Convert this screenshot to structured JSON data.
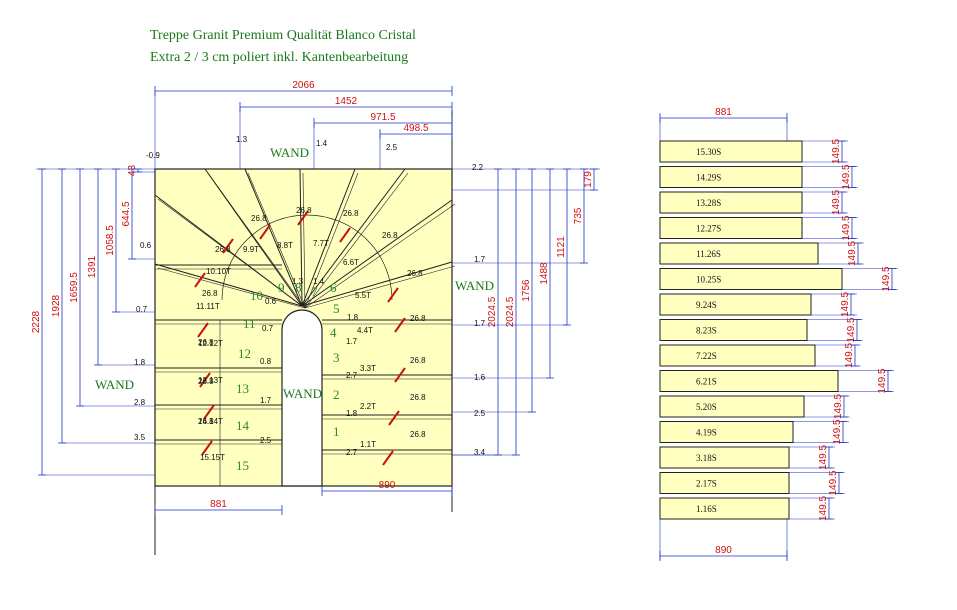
{
  "title": {
    "line1": "Treppe Granit Premium Qualität Blanco Cristal",
    "line2": "Extra 2 / 3 cm poliert inkl. Kantenbearbeitung"
  },
  "colors": {
    "stone": "#ffffc0",
    "dimension": "#d01010",
    "dimline": "#1a33cc",
    "outline": "#222222",
    "wand": "#1a7a1a",
    "cut": "#cc1111"
  },
  "top_dims": [
    "2066",
    "1452",
    "971.5",
    "498.5"
  ],
  "small_top": [
    "-0.9",
    "1.3",
    "1.4",
    "2.5",
    "2.2"
  ],
  "left_dims": [
    "2228",
    "1928",
    "1659.5",
    "1391",
    "1058.5",
    "644.5",
    "43"
  ],
  "left_small": [
    "0.6",
    "0.7",
    "1.8",
    "2.8",
    "3.5"
  ],
  "right_dims": [
    "2024.5",
    "2024.5",
    "1756",
    "1488",
    "1121",
    "735",
    "179"
  ],
  "right_small": [
    "1.7",
    "1.7",
    "1.6",
    "2.5",
    "3.4"
  ],
  "bottom_dims": [
    "881",
    "890"
  ],
  "wand_labels": [
    "WAND",
    "WAND",
    "WAND",
    "WAND"
  ],
  "step_numbers": [
    "1",
    "2",
    "3",
    "4",
    "5",
    "6",
    "7",
    "8",
    "9",
    "10",
    "11",
    "12",
    "13",
    "14",
    "15"
  ],
  "tread_labels": [
    "26.8",
    "26.8",
    "26.8",
    "26.8",
    "26.8",
    "26.8",
    "26.8",
    "26.8",
    "26.8",
    "26.8",
    "26.8",
    "26.8",
    "26.8",
    "26.8"
  ],
  "tread_codes": [
    "1.1T",
    "2.2T",
    "3.3T",
    "4.4T",
    "5.5T",
    "6.6T",
    "7.7T",
    "8.8T",
    "9.9T",
    "10.10T",
    "11.11T",
    "12.12T",
    "13.13T",
    "14.14T",
    "15.15T"
  ],
  "inner_small": [
    "2.7",
    "1.8",
    "2.7",
    "1.7",
    "1.8",
    "1.3",
    "1.4",
    "0.6",
    "0.7",
    "0.8",
    "1.7",
    "2.5"
  ],
  "parts_list": {
    "top_width": "881",
    "bottom_width": "890",
    "riser_height": "149.5",
    "items": [
      {
        "label": "15.30S",
        "extent": 0.78
      },
      {
        "label": "14.29S",
        "extent": 0.78
      },
      {
        "label": "13.28S",
        "extent": 0.78
      },
      {
        "label": "12.27S",
        "extent": 0.78
      },
      {
        "label": "11.26S",
        "extent": 0.87
      },
      {
        "label": "10.25S",
        "extent": 1.0
      },
      {
        "label": "9.24S",
        "extent": 0.83
      },
      {
        "label": "8.23S",
        "extent": 0.81
      },
      {
        "label": "7.22S",
        "extent": 0.85
      },
      {
        "label": "6.21S",
        "extent": 0.98
      },
      {
        "label": "5.20S",
        "extent": 0.79
      },
      {
        "label": "4.19S",
        "extent": 0.73
      },
      {
        "label": "3.18S",
        "extent": 0.71
      },
      {
        "label": "2.17S",
        "extent": 0.71
      },
      {
        "label": "1.16S",
        "extent": 0.71
      }
    ]
  }
}
